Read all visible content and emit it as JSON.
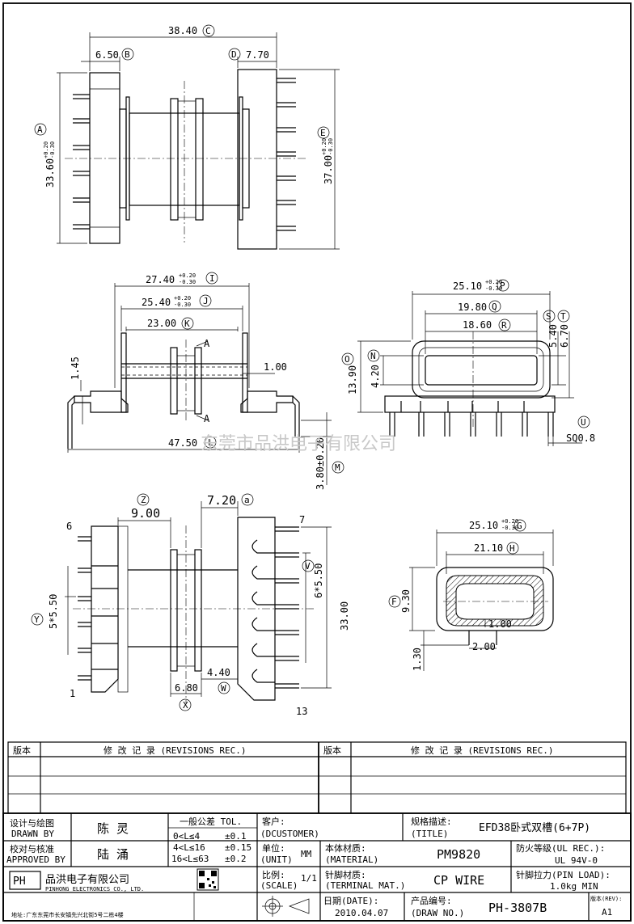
{
  "drawing": {
    "top_view": {
      "dims": {
        "width": "38.40",
        "width_ref": "C",
        "left": "6.50",
        "left_ref": "B",
        "right": "7.70",
        "right_ref": "D",
        "height_left": "33.60",
        "height_left_tol_plus": "+0.20",
        "height_left_tol_minus": "-0.30",
        "height_left_ref": "A",
        "height_right": "37.00",
        "height_right_tol_plus": "+0.20",
        "height_right_tol_minus": "-0.30",
        "height_right_ref": "E"
      }
    },
    "side_view": {
      "dims": {
        "i": "27.40",
        "i_tol_plus": "+0.20",
        "i_tol_minus": "-0.30",
        "i_ref": "I",
        "j": "25.40",
        "j_tol_plus": "+0.20",
        "j_tol_minus": "-0.30",
        "j_ref": "J",
        "k": "23.00",
        "k_ref": "K",
        "flange": "1.45",
        "gap": "1.00",
        "length": "47.50",
        "length_ref": "L",
        "pin_len": "3.80±0.20",
        "pin_len_ref": "M",
        "section": "A"
      }
    },
    "end_view": {
      "dims": {
        "p": "25.10",
        "p_tol_plus": "+0.20",
        "p_tol_minus": "-0.30",
        "p_ref": "P",
        "q": "19.80",
        "q_ref": "Q",
        "r": "18.60",
        "r_ref": "R",
        "s": "5.40",
        "s_ref": "S",
        "t": "6.70",
        "t_ref": "T",
        "o": "13.90",
        "o_ref": "O",
        "n": "4.20",
        "n_ref": "N",
        "u": "SQ0.8",
        "u_ref": "U"
      }
    },
    "bottom_view": {
      "dims": {
        "z": "9.00",
        "z_ref": "Z",
        "a": "7.20",
        "a_ref": "a",
        "v": "6*5.50",
        "v_ref": "V",
        "y": "5*5.50",
        "y_ref": "Y",
        "h": "33.00",
        "w": "4.40",
        "w_ref": "W",
        "x": "6.80",
        "x_ref": "X"
      },
      "pins": {
        "p1": "1",
        "p6": "6",
        "p7": "7",
        "p13": "13"
      }
    },
    "section_view": {
      "dims": {
        "g": "25.10",
        "g_tol_plus": "+0.20",
        "g_tol_minus": "-0.30",
        "g_ref": "G",
        "h": "21.10",
        "h_ref": "H",
        "f": "9.30",
        "f_ref": "F",
        "gap": "1.00",
        "d2": "2.00",
        "d3": "1.30"
      }
    },
    "watermark": "东莞市品洪电子有限公司"
  },
  "revisions": {
    "col_version": "版本",
    "col_record": "修 改 记 录 (REVISIONS REC.)"
  },
  "title_block": {
    "designer_label_cn": "设计与绘图",
    "designer_label_en": "DRAWN BY",
    "designer": "陈 灵",
    "approver_label_cn": "校对与核准",
    "approver_label_en": "APPROVED BY",
    "approver": "陆 涌",
    "tol_title": "一般公差 TOL.",
    "tol_rows": [
      {
        "range": "0<L≤4",
        "tol": "±0.1"
      },
      {
        "range": "4<L≤16",
        "tol": "±0.15"
      },
      {
        "range": "16<L≤63",
        "tol": "±0.2"
      }
    ],
    "customer_label_cn": "客户:",
    "customer_label_en": "(DCUSTOMER)",
    "title_label_cn": "规格描述:",
    "title_label_en": "(TITLE)",
    "title": "EFD38卧式双槽(6+7P)",
    "unit_label_cn": "单位:",
    "unit_label_en": "(UNIT)",
    "unit": "MM",
    "material_label_cn": "本体材质:",
    "material_label_en": "(MATERIAL)",
    "material": "PM9820",
    "ul_label_cn": "防火等级(UL REC.):",
    "ul": "UL 94V-0",
    "scale_label_cn": "比例:",
    "scale_label_en": "(SCALE)",
    "scale": "1/1",
    "terminal_label_cn": "针脚材质:",
    "terminal_label_en": "(TERMINAL MAT.)",
    "terminal": "CP WIRE",
    "pinload_label_cn": "针脚拉力(PIN LOAD):",
    "pinload": "1.0kg MIN",
    "date_label_cn": "日期(DATE):",
    "date": "2010.04.07",
    "drawno_label_cn": "产品编号:",
    "drawno_label_en": "(DRAW NO.)",
    "drawno": "PH-3807B",
    "rev_label": "版本(REV):",
    "rev": "A1",
    "company_logo": "PH",
    "company_cn": "品洪电子有限公司",
    "company_en": "PINHONG ELECTRONICS CO., LTD.",
    "address": "地址:广东东莞市长安镇先兴北街5号二栋4楼"
  }
}
